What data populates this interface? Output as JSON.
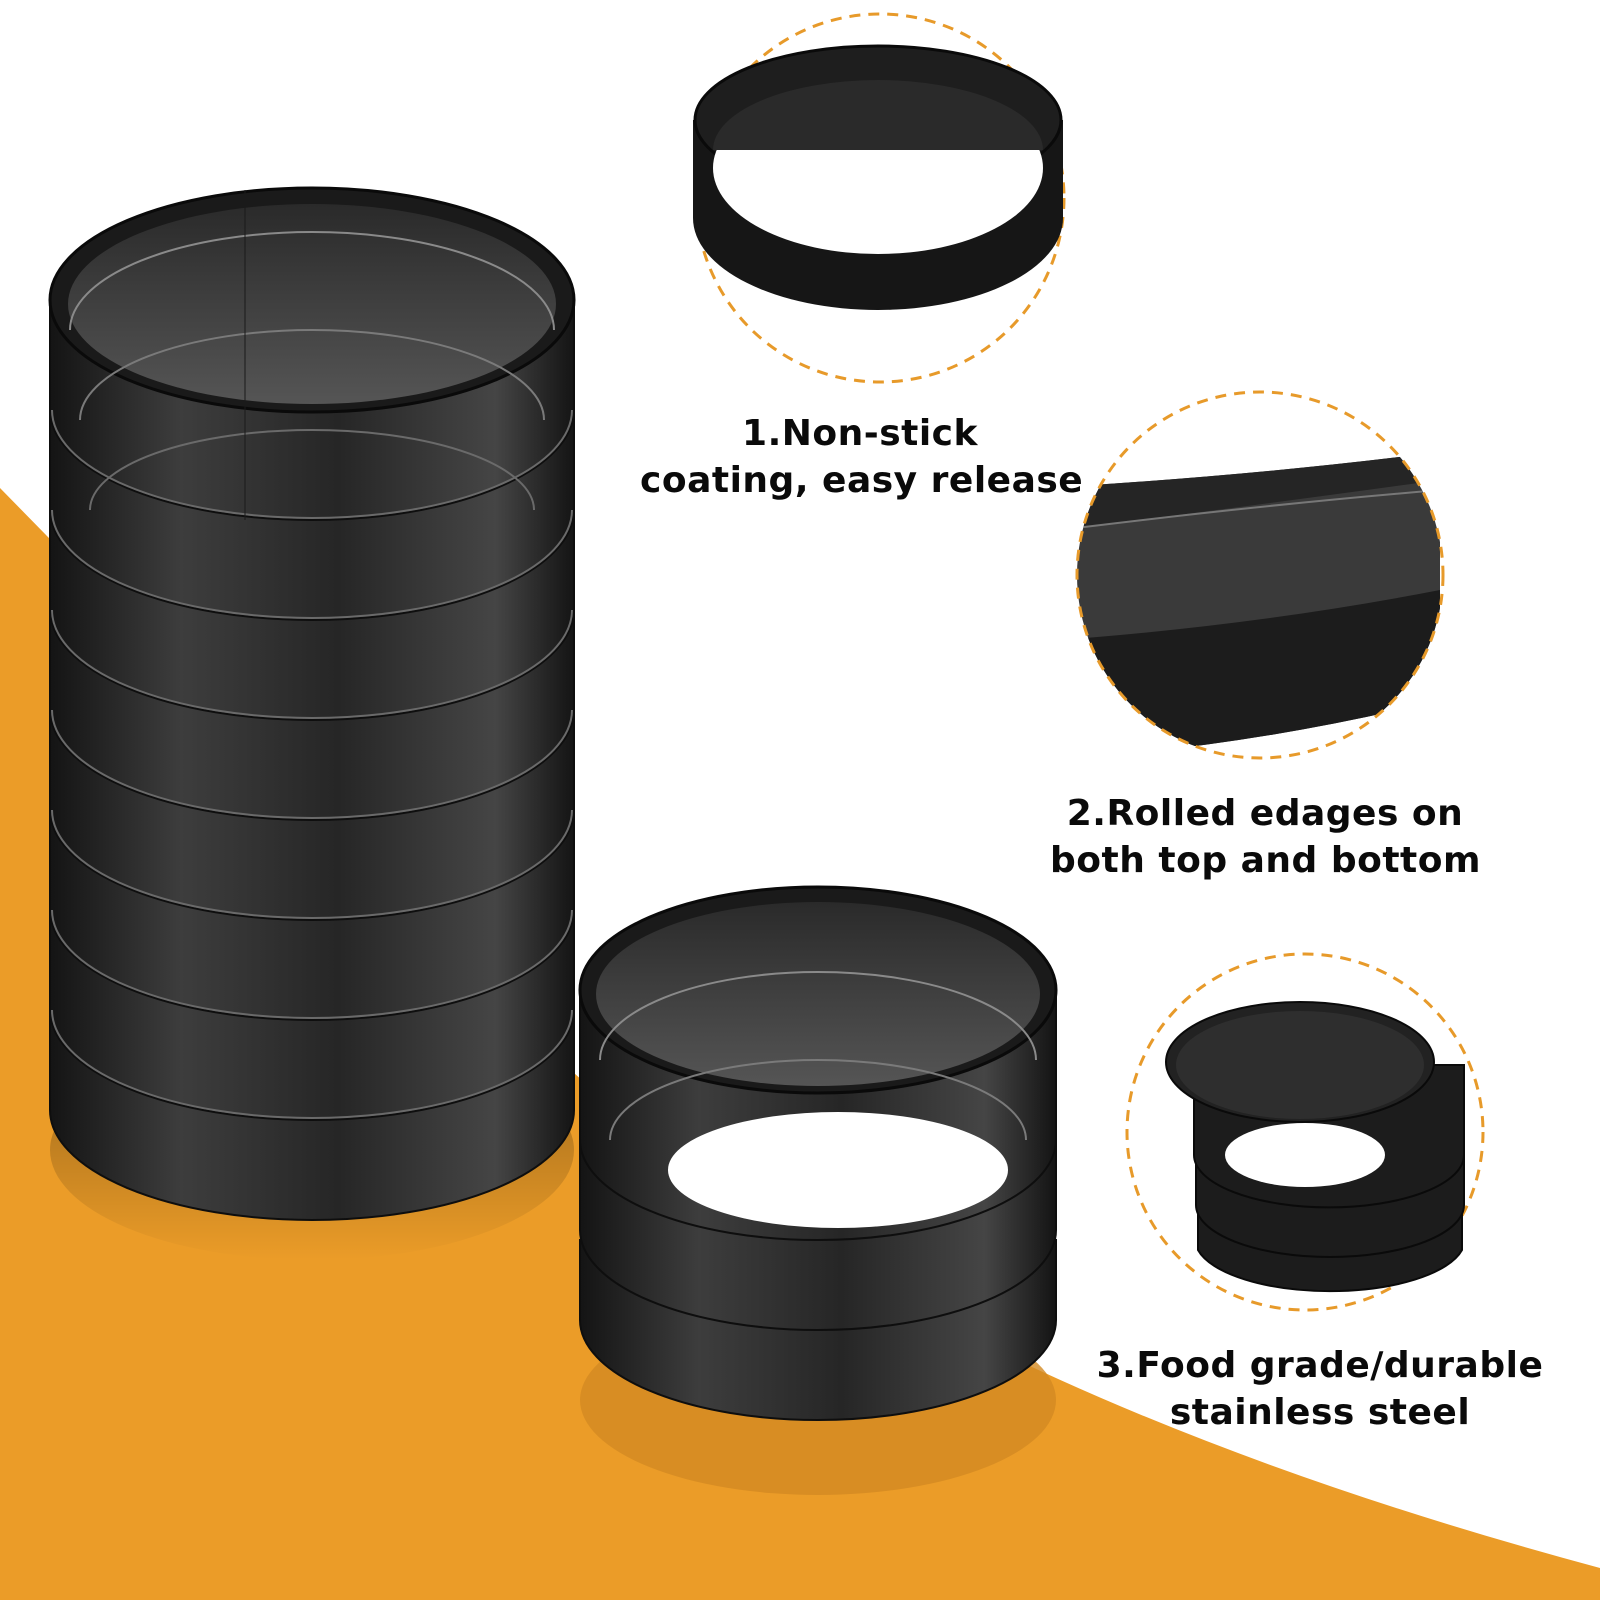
{
  "colors": {
    "accent_orange": "#EB9C28",
    "ring_black": "#1c1c1c",
    "ring_highlight": "#4a4a4a",
    "background": "#ffffff",
    "text": "#0a0a0a"
  },
  "product": {
    "left_stack_ring_count": 8,
    "middle_stack_ring_count": 3
  },
  "features": [
    {
      "number": "1",
      "line1": "1.Non-stick",
      "line2": "coating, easy release",
      "detail_icon": "single-ring-icon"
    },
    {
      "number": "2",
      "line1": "2.Rolled edages on",
      "line2": "both top and bottom",
      "detail_icon": "rolled-edge-closeup-icon"
    },
    {
      "number": "3",
      "line1": "3.Food grade/durable",
      "line2": "stainless steel",
      "detail_icon": "stacked-rings-icon"
    }
  ]
}
